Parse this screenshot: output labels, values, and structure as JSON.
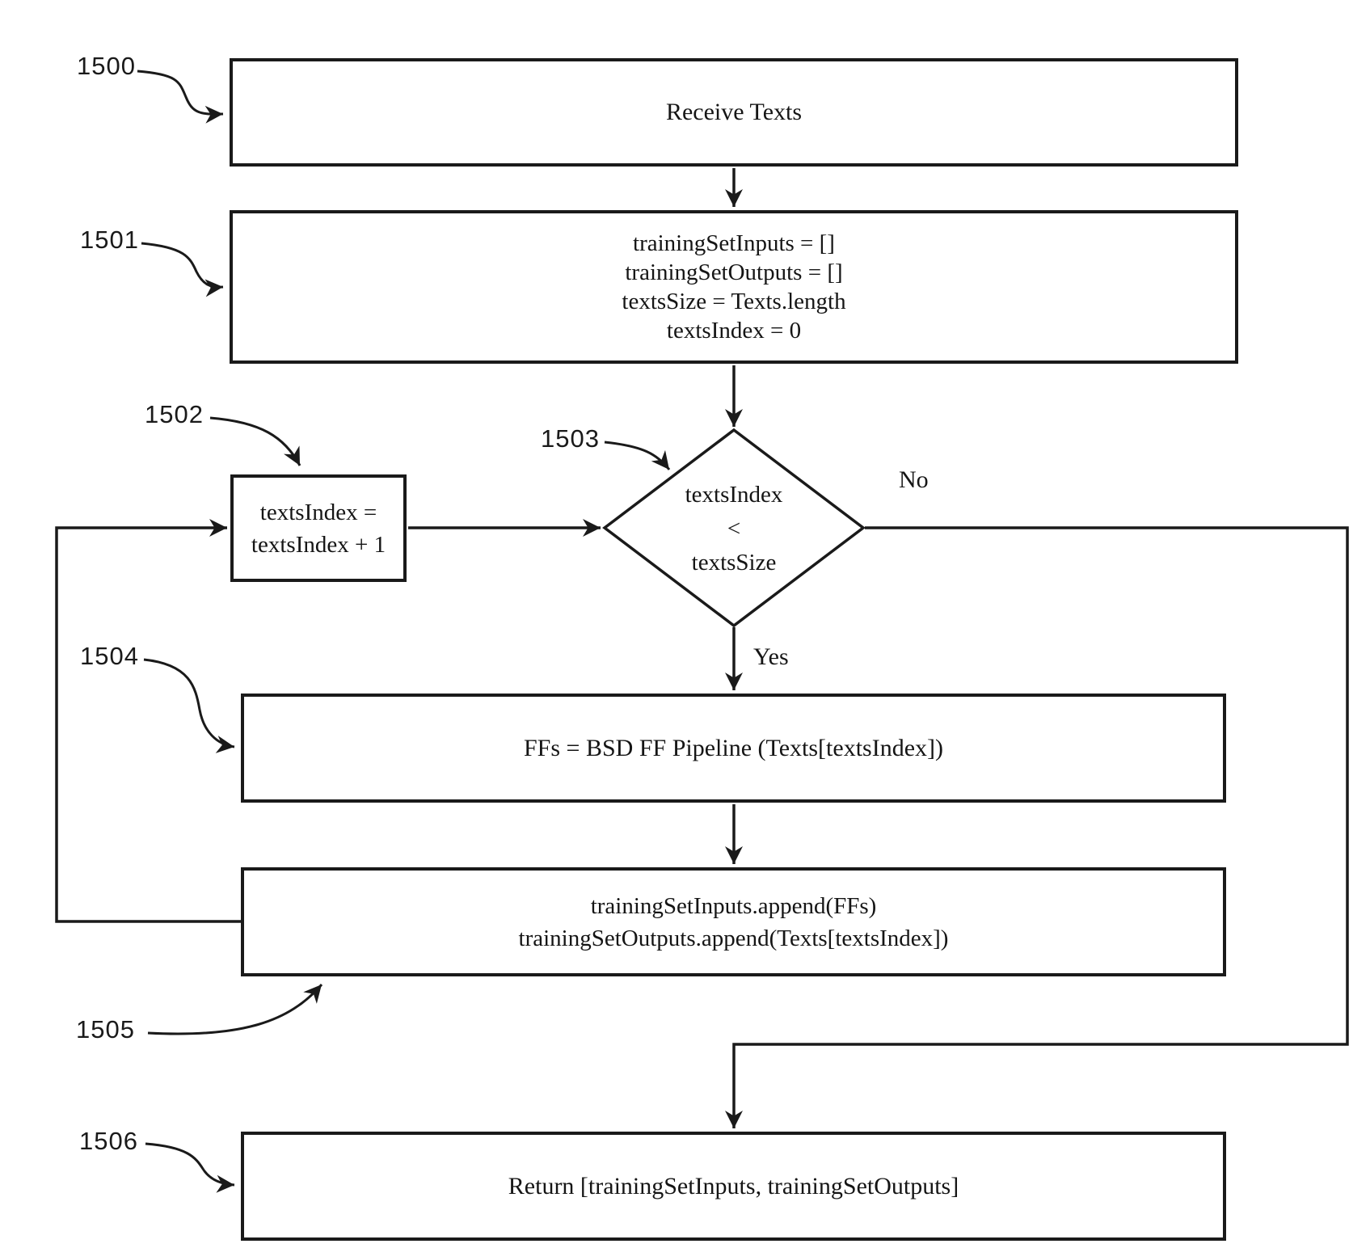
{
  "figure": {
    "colors": {
      "ink": "#1a1a1a",
      "background": "#ffffff"
    },
    "ref_labels": {
      "r1500": "1500",
      "r1501": "1501",
      "r1502": "1502",
      "r1503": "1503",
      "r1504": "1504",
      "r1505": "1505",
      "r1506": "1506"
    },
    "nodes": {
      "receive": {
        "text": "Receive Texts"
      },
      "init": {
        "lines": [
          "trainingSetInputs = []",
          "trainingSetOutputs = []",
          "textsSize = Texts.length",
          "textsIndex = 0"
        ]
      },
      "increment": {
        "lines": [
          "textsIndex =",
          "textsIndex + 1"
        ]
      },
      "condition": {
        "lines": [
          "textsIndex",
          "<",
          "textsSize"
        ]
      },
      "pipeline": {
        "text": "FFs = BSD FF Pipeline (Texts[textsIndex])"
      },
      "append": {
        "lines": [
          "trainingSetInputs.append(FFs)",
          "trainingSetOutputs.append(Texts[textsIndex])"
        ]
      },
      "return": {
        "text": "Return [trainingSetInputs, trainingSetOutputs]"
      }
    },
    "branch_labels": {
      "yes": "Yes",
      "no": "No"
    }
  }
}
